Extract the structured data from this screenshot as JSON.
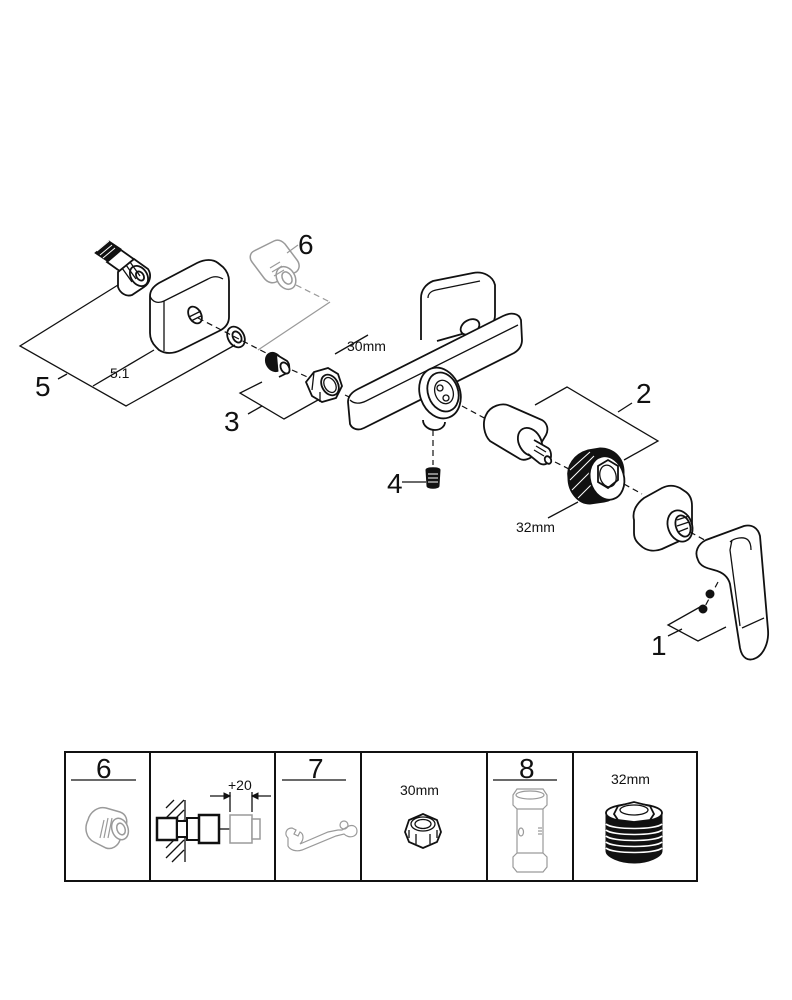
{
  "diagram": {
    "type": "exploded-parts-view",
    "callouts": {
      "c1": "1",
      "c2": "2",
      "c3": "3",
      "c4": "4",
      "c5": "5",
      "c5_1": "5.1",
      "c6": "6"
    },
    "dimensions": {
      "nut_size": "30mm",
      "bonnet_size": "32mm"
    }
  },
  "legend_table": {
    "cells": [
      {
        "number": "6",
        "caption": ""
      },
      {
        "number": "",
        "caption": "+20"
      },
      {
        "number": "7",
        "caption": ""
      },
      {
        "number": "",
        "caption": "30mm"
      },
      {
        "number": "8",
        "caption": ""
      },
      {
        "number": "",
        "caption": "32mm"
      }
    ]
  }
}
